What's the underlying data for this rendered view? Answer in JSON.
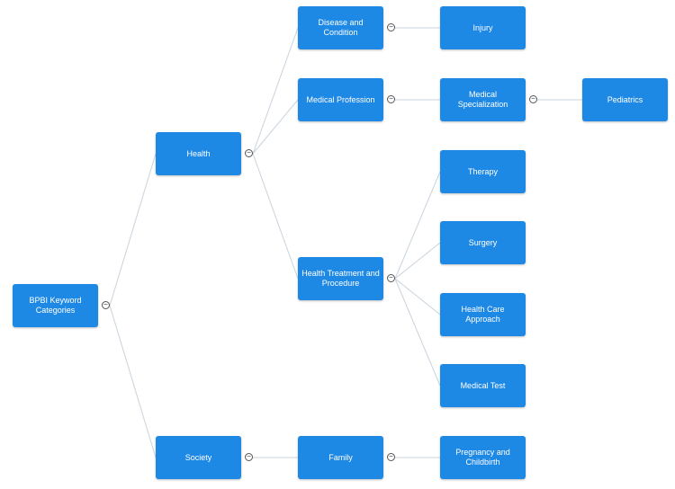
{
  "nodes": {
    "root": "BPBI Keyword Categories",
    "health": "Health",
    "society": "Society",
    "disease": "Disease and Condition",
    "profession": "Medical Profession",
    "treatment": "Health Treatment and Procedure",
    "family": "Family",
    "injury": "Injury",
    "specialization": "Medical Specialization",
    "pediatrics": "Pediatrics",
    "therapy": "Therapy",
    "surgery": "Surgery",
    "approach": "Health Care Approach",
    "test": "Medical Test",
    "pregnancy": "Pregnancy and Childbirth"
  },
  "toggle_symbol": "−",
  "colors": {
    "node": "#1e88e5",
    "link": "#c9d3dc"
  }
}
